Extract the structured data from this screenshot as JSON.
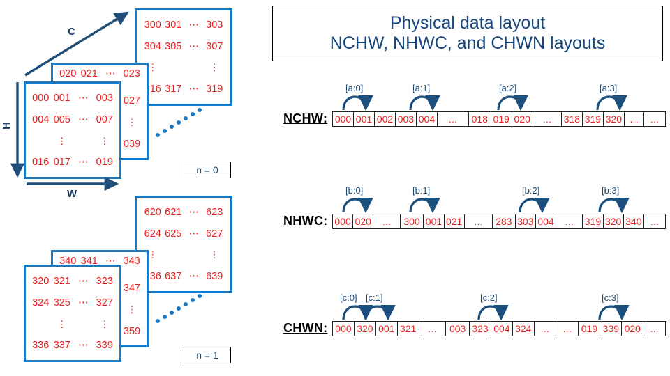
{
  "title": {
    "line1": "Physical data layout",
    "line2": "NCHW, NHWC, and CHWN layouts"
  },
  "colors": {
    "accent_blue": "#1879c4",
    "dark_blue": "#16365c",
    "title_blue": "#16477c",
    "value_red": "#e8201f",
    "strip_border": "#222222"
  },
  "tensor_diagram": {
    "axes": {
      "c_label": "C",
      "h_label": "H",
      "w_label": "W"
    },
    "batches": [
      {
        "tag": "n = 0",
        "front_slice": [
          [
            "000",
            "001",
            "⋯",
            "003"
          ],
          [
            "004",
            "005",
            "⋯",
            "007"
          ],
          [
            "",
            "⋮",
            "",
            "⋮"
          ],
          [
            "016",
            "017",
            "⋯",
            "019"
          ]
        ],
        "mid_slice_top": [
          "020",
          "021",
          "⋯",
          "023"
        ],
        "mid_slice_right": [
          "023",
          "027",
          "⋮",
          "039"
        ],
        "back_slice": [
          [
            "300",
            "301",
            "⋯",
            "303"
          ],
          [
            "304",
            "305",
            "⋯",
            "307"
          ],
          [
            "⋮",
            "",
            "",
            "⋮"
          ],
          [
            "316",
            "317",
            "⋯",
            "319"
          ]
        ]
      },
      {
        "tag": "n = 1",
        "front_slice": [
          [
            "320",
            "321",
            "⋯",
            "323"
          ],
          [
            "324",
            "325",
            "⋯",
            "327"
          ],
          [
            "",
            "⋮",
            "",
            "⋮"
          ],
          [
            "336",
            "337",
            "⋯",
            "339"
          ]
        ],
        "mid_slice_top": [
          "340",
          "341",
          "⋯",
          "343"
        ],
        "mid_slice_right": [
          "343",
          "347",
          "⋮",
          "359"
        ],
        "back_slice": [
          [
            "620",
            "621",
            "⋯",
            "623"
          ],
          [
            "624",
            "625",
            "⋯",
            "627"
          ],
          [
            "⋮",
            "",
            "",
            "⋮"
          ],
          [
            "636",
            "637",
            "⋯",
            "639"
          ]
        ]
      }
    ]
  },
  "layouts": [
    {
      "name": "NCHW:",
      "cells": [
        "000",
        "001",
        "002",
        "003",
        "004",
        "…",
        "018",
        "019",
        "020",
        "…",
        "318",
        "319",
        "320",
        "…",
        "…"
      ],
      "arrow_labels": [
        "[a:0]",
        "[a:1]",
        "[a:2]",
        "[a:3]"
      ]
    },
    {
      "name": "NHWC:",
      "cells": [
        "000",
        "020",
        "…",
        "300",
        "001",
        "021",
        "…",
        "283",
        "303",
        "004",
        "…",
        "319",
        "320",
        "340",
        "…"
      ],
      "arrow_labels": [
        "[b:0]",
        "[b:1]",
        "[b:2]",
        "[b:3]"
      ]
    },
    {
      "name": "CHWN:",
      "cells": [
        "000",
        "320",
        "001",
        "321",
        "…",
        "003",
        "323",
        "004",
        "324",
        "…",
        "…",
        "019",
        "339",
        "020",
        "…"
      ],
      "arrow_labels": [
        "[c:0]",
        "[c:1]",
        "[c:2]",
        "[c:3]"
      ]
    }
  ]
}
